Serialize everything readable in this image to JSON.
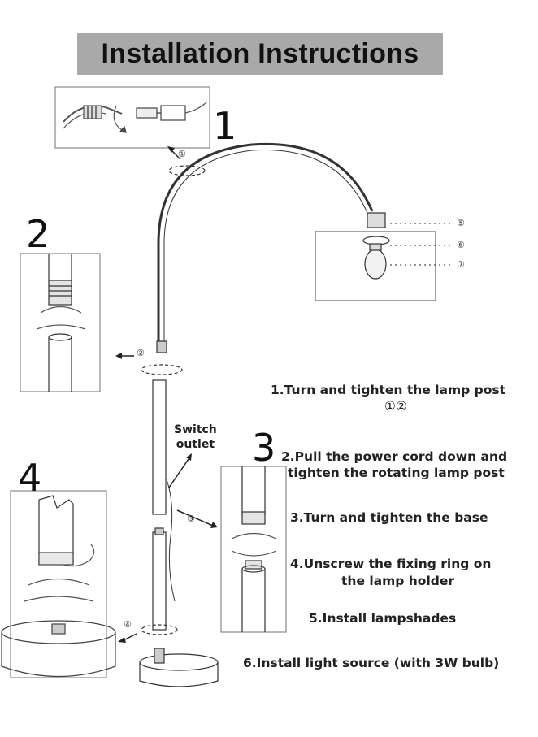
{
  "title": "Installation Instructions",
  "panel_numbers": [
    "1",
    "2",
    "3",
    "4"
  ],
  "callouts": [
    "①",
    "②",
    "③",
    "④",
    "⑤",
    "⑥",
    "⑦"
  ],
  "switch_outlet": {
    "line1": "Switch",
    "line2": "outlet"
  },
  "steps": [
    {
      "line1": "1.Turn and tighten the lamp post",
      "line2": "①②"
    },
    {
      "line1": "2.Pull the power cord down and",
      "line2": "tighten the rotating lamp post"
    },
    {
      "line1": "3.Turn and tighten the base"
    },
    {
      "line1": "4.Unscrew the fixing ring on",
      "line2": "the lamp holder"
    },
    {
      "line1": "5.Install lampshades"
    },
    {
      "line1": "6.Install light source (with 3W bulb)"
    }
  ]
}
